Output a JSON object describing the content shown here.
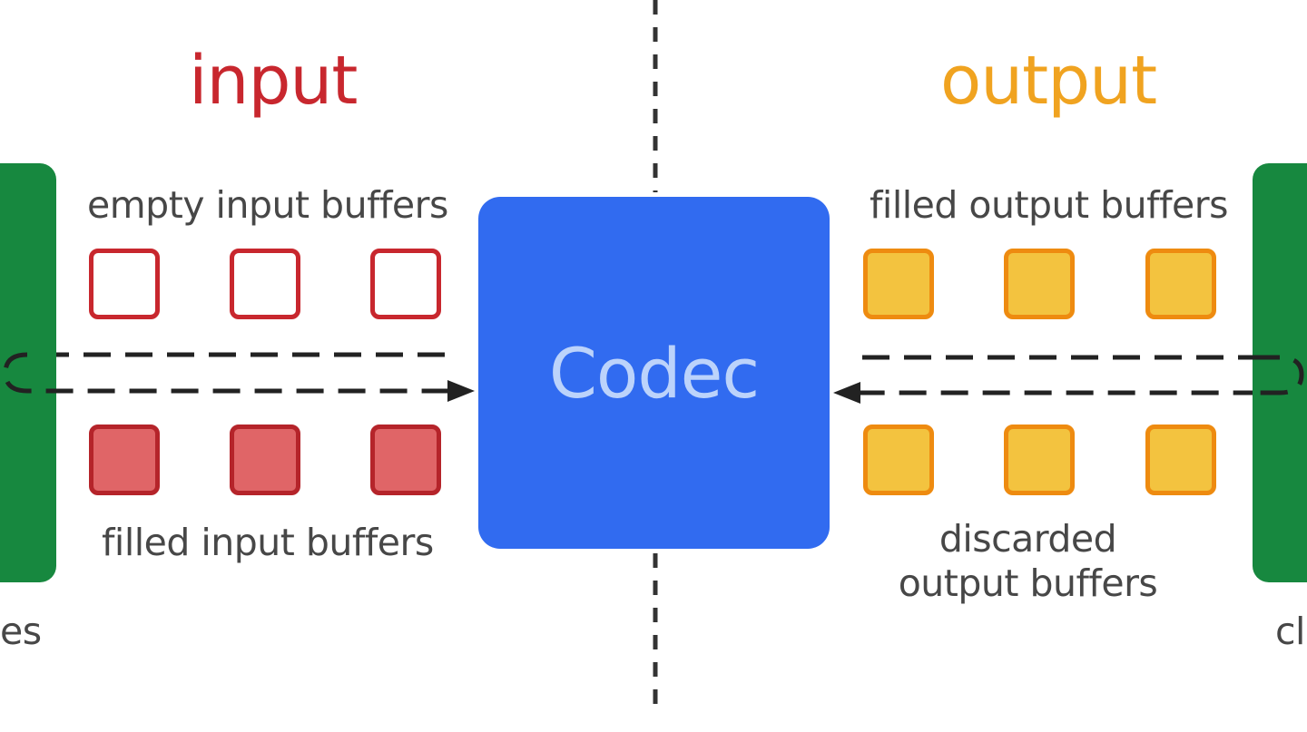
{
  "input_heading": "input",
  "output_heading": "output",
  "codec_label": "Codec",
  "labels": {
    "empty_input_buffers": "empty input buffers",
    "filled_input_buffers": "filled input buffers",
    "filled_output_buffers": "filled output buffers",
    "discarded_output_buffers_line1": "discarded",
    "discarded_output_buffers_line2": "output buffers",
    "left_client_partial": "es",
    "right_client_partial": "cl"
  },
  "colors": {
    "input_accent": "#c8272e",
    "output_accent": "#f0a320",
    "codec_fill": "#316bf0",
    "codec_text": "#bcd3fb",
    "client_fill": "#17883f",
    "empty_input_fill": "#ffffff",
    "filled_input_fill": "#e06567",
    "output_buffer_fill": "#f3c33f",
    "output_buffer_border": "#ee8b10"
  },
  "buffers": {
    "empty_input": 3,
    "filled_input": 3,
    "filled_output": 3,
    "discarded_output": 3
  }
}
